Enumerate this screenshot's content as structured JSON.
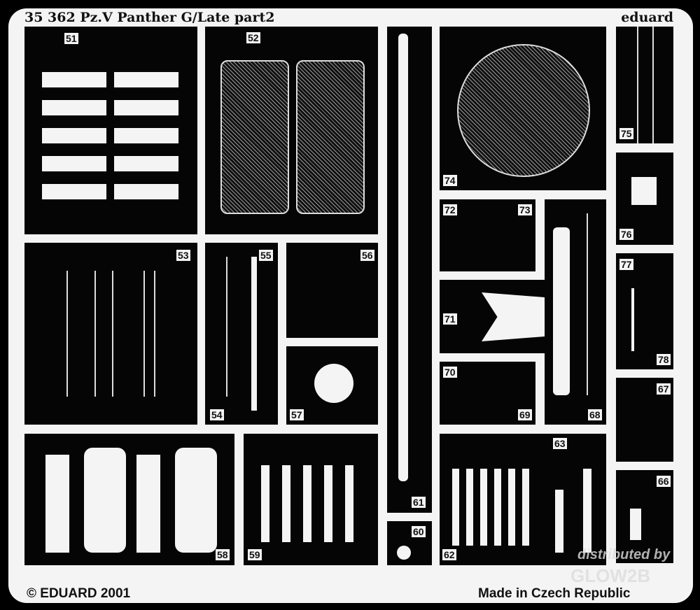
{
  "header": {
    "title": "35 362  Pz.V Panther G/Late   part2",
    "brand": "eduard"
  },
  "footer": {
    "copyright": "© EDUARD 2001",
    "origin": "Made in Czech Republic"
  },
  "watermark": {
    "line1": "distributed by",
    "line2": "GLOW2B"
  },
  "parts": [
    "51",
    "52",
    "53",
    "54",
    "55",
    "56",
    "57",
    "58",
    "59",
    "60",
    "61",
    "62",
    "63",
    "66",
    "67",
    "68",
    "69",
    "70",
    "71",
    "72",
    "73",
    "74",
    "75",
    "76",
    "77",
    "78"
  ]
}
